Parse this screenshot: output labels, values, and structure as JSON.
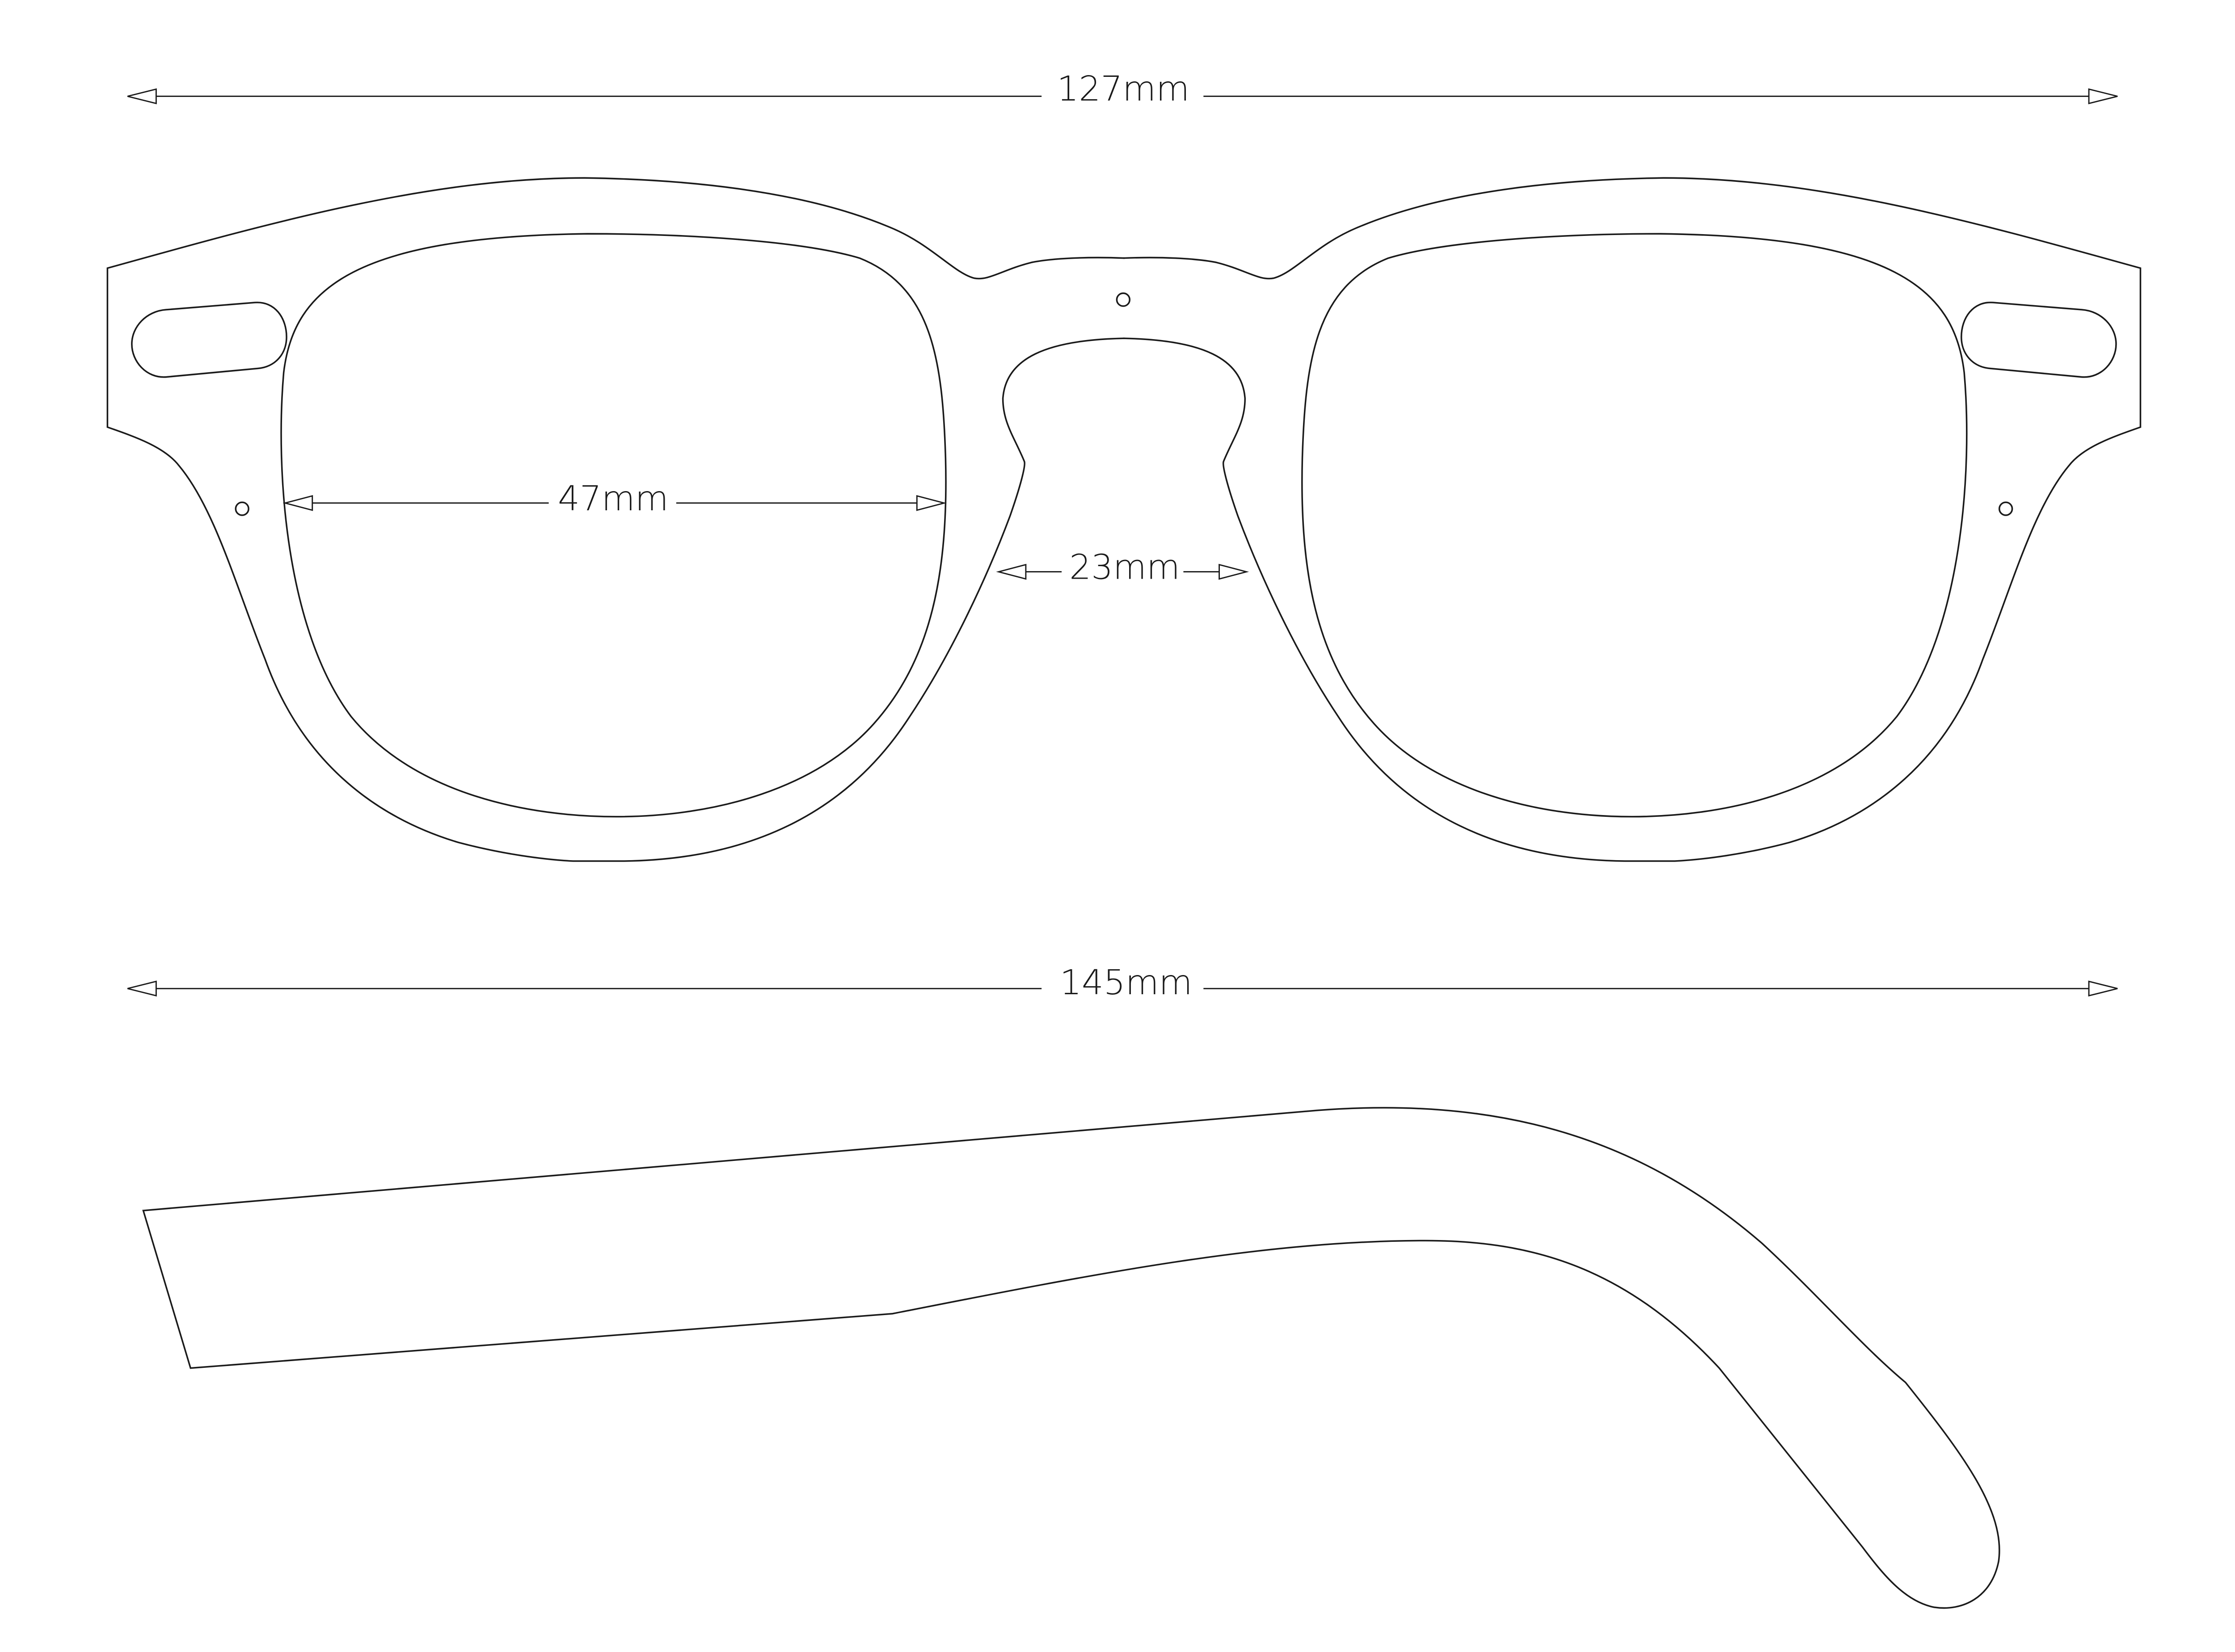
{
  "dimensions": {
    "frame_width": "127mm",
    "lens_width": "47mm",
    "bridge_width": "23mm",
    "temple_length": "145mm"
  },
  "colors": {
    "stroke": "#1a1a1a",
    "background": "#ffffff"
  }
}
